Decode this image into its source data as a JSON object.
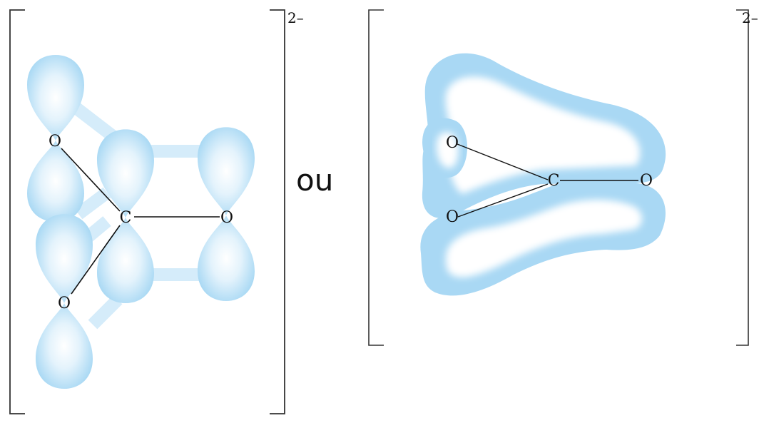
{
  "left_structure": {
    "charge": "2–",
    "atoms": {
      "o_top": "O",
      "c": "C",
      "o_right": "O",
      "o_bottom": "O"
    }
  },
  "separator": "ou",
  "right_structure": {
    "charge": "2–",
    "atoms": {
      "o_top": "O",
      "c": "C",
      "o_right": "O",
      "o_bottom": "O"
    }
  },
  "colors": {
    "orbital": "#a9d8f4",
    "orbital_light": "#e6f4fc",
    "bond": "#111111",
    "bracket": "#333333"
  }
}
